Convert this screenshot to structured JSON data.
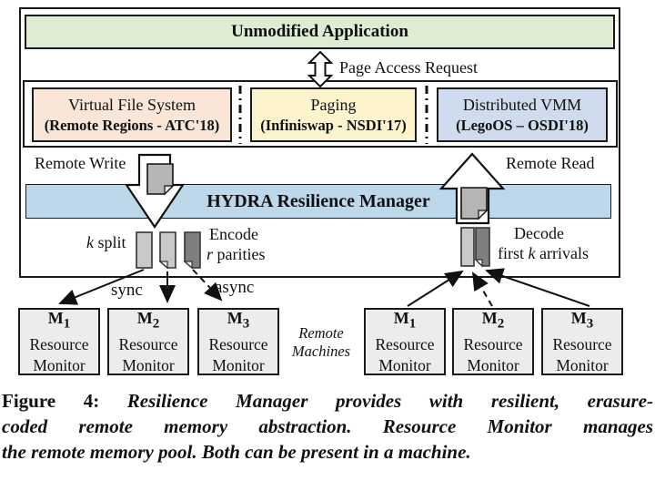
{
  "figure": {
    "app_box": "Unmodified Application",
    "page_access": "Page Access Request",
    "modules": [
      {
        "name": "Virtual File System",
        "impl": "(Remote Regions - ATC'18)"
      },
      {
        "name": "Paging",
        "impl": "(Infiniswap - NSDI'17)"
      },
      {
        "name": "Distributed VMM",
        "impl": "(LegoOS – OSDI'18)"
      }
    ],
    "remote_write": "Remote Write",
    "remote_read": "Remote Read",
    "manager": "HYDRA Resilience Manager",
    "k_split": {
      "k": "k",
      "rest": " split"
    },
    "encode": {
      "line1": "Encode",
      "r": "r",
      "rest": " parities"
    },
    "decode": {
      "line1": "Decode",
      "pre": "first ",
      "k": "k",
      "post": " arrivals"
    },
    "sync_label": "sync",
    "async_label": "async",
    "remote_machines": {
      "line1": "Remote",
      "line2": "Machines"
    },
    "machines_left": [
      {
        "m": "M",
        "sub": "1",
        "line1": "Resource",
        "line2": "Monitor"
      },
      {
        "m": "M",
        "sub": "2",
        "line1": "Resource",
        "line2": "Monitor"
      },
      {
        "m": "M",
        "sub": "3",
        "line1": "Resource",
        "line2": "Monitor"
      }
    ],
    "machines_right": [
      {
        "m": "M",
        "sub": "1",
        "line1": "Resource",
        "line2": "Monitor"
      },
      {
        "m": "M",
        "sub": "2",
        "line1": "Resource",
        "line2": "Monitor"
      },
      {
        "m": "M",
        "sub": "3",
        "line1": "Resource",
        "line2": "Monitor"
      }
    ],
    "icons": [
      "page-access-doublearrow-icon",
      "remote-write-arrow-icon",
      "remote-read-arrow-icon",
      "page-icon",
      "split-chunk-icon",
      "parity-chunk-icon"
    ],
    "colors": {
      "app_green": "#deecd4",
      "vfs_pink": "#fae5d9",
      "paging_yellow": "#fdf3cc",
      "dvmm_blue": "#cfdcee",
      "manager_blue": "#bdd7eb",
      "machine_gray": "#ececec",
      "chunk_light": "#c9c9c9",
      "chunk_dark": "#7f7f7f",
      "page_icon_gray": "#b5b5b5",
      "border": "#1a1a1a"
    }
  },
  "caption": {
    "prefix": "Figure 4:",
    "line1": " Resilience Manager provides with resilient, erasure-",
    "line2": "coded remote memory abstraction. Resource Monitor manages",
    "line3": "the remote memory pool. Both can be present in a machine."
  }
}
